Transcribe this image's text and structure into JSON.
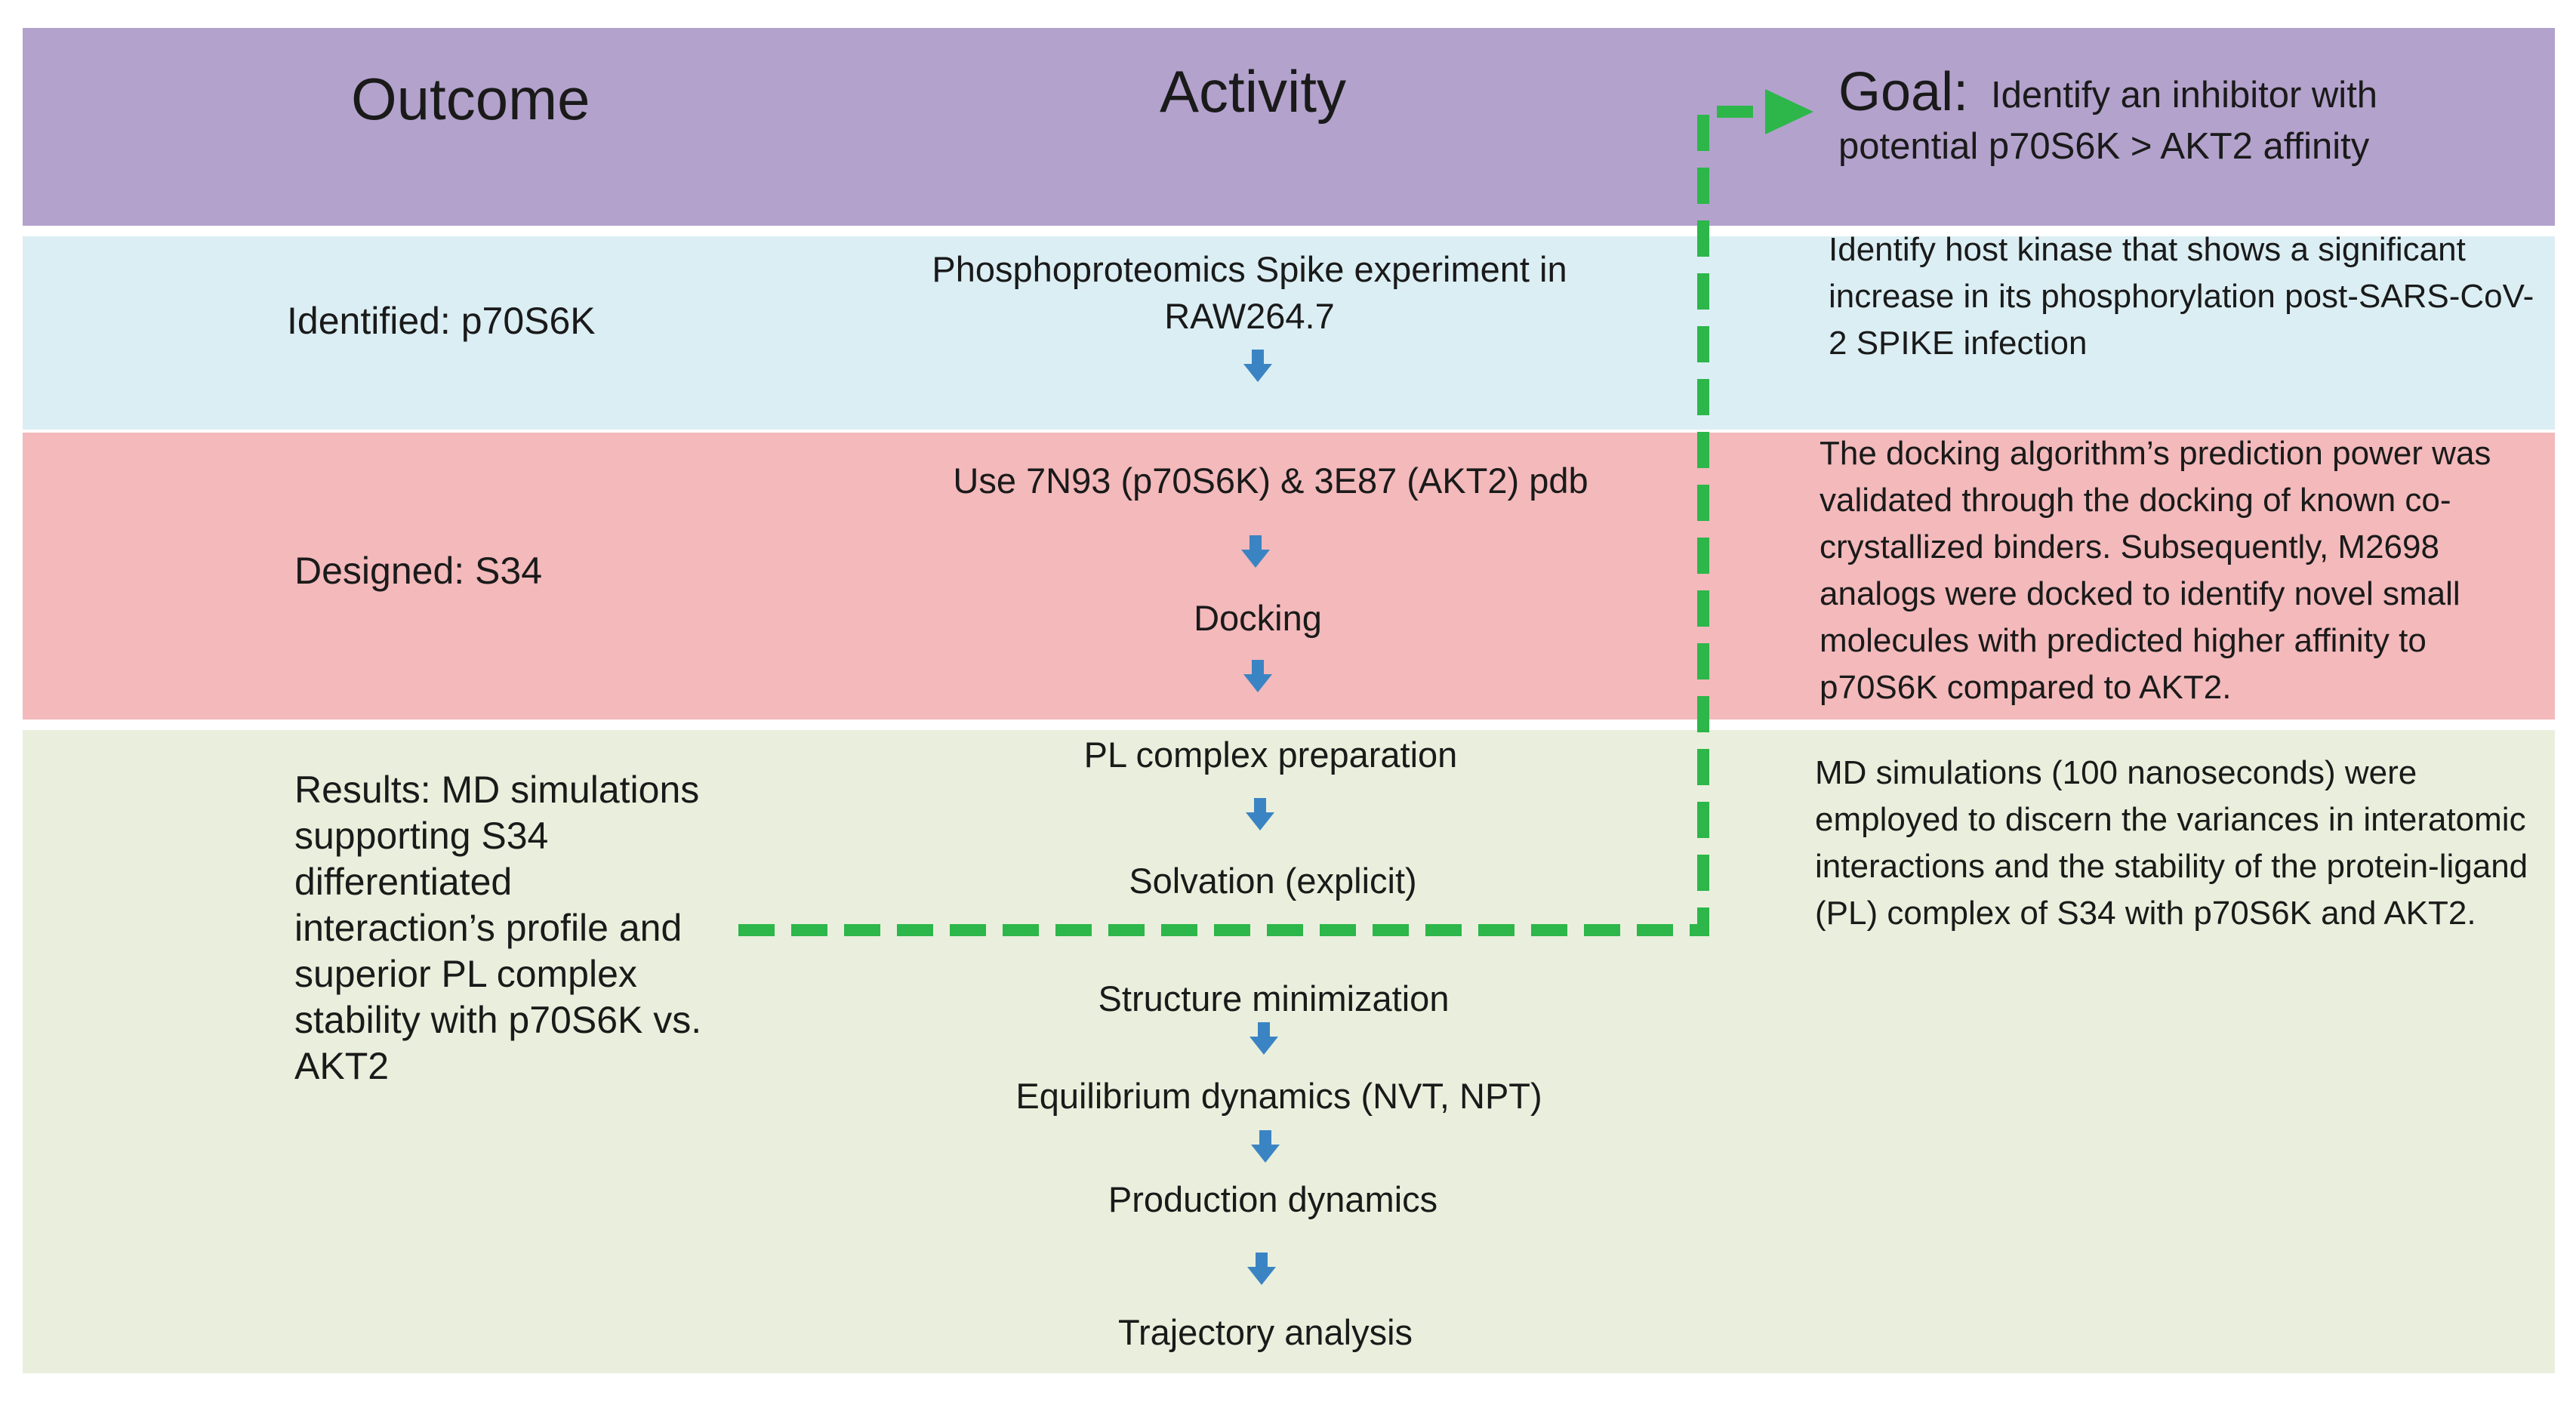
{
  "colors": {
    "header_band": "#b3a2cc",
    "blue_band": "#dbeef4",
    "red_band": "#f3b9bb",
    "green_band": "#e9efdc",
    "flow_arrow": "#3b84c4",
    "dashed_path": "#2db64a"
  },
  "header": {
    "outcome": "Outcome",
    "activity": "Activity",
    "goal_label": "Goal:",
    "goal_line1": "Identify an inhibitor with",
    "goal_line2": "potential p70S6K > AKT2 affinity"
  },
  "outcomes": {
    "identified": "Identified: p70S6K",
    "designed": "Designed: S34",
    "results_lines": [
      "Results: MD simulations",
      "supporting S34",
      "differentiated",
      "interaction’s profile and",
      "superior PL complex",
      "stability with p70S6K vs.",
      "AKT2"
    ]
  },
  "activities": {
    "phospho_line1": "Phosphoproteomics Spike experiment in",
    "phospho_line2": "RAW264.7",
    "use_pdb": "Use 7N93 (p70S6K) & 3E87 (AKT2) pdb",
    "docking": "Docking",
    "pl_prep": "PL complex preparation",
    "solvation": "Solvation (explicit)",
    "minimization": "Structure minimization",
    "equilibrium": "Equilibrium dynamics (NVT, NPT)",
    "production": "Production dynamics",
    "trajectory": "Trajectory analysis"
  },
  "descriptions": {
    "blue": "Identify host kinase that shows a significant increase in its phosphorylation post-SARS-CoV-2 SPIKE infection",
    "red": "The docking algorithm’s prediction power was validated through the docking of known co-crystallized binders. Subsequently, M2698 analogs were docked to identify novel small molecules with predicted higher affinity to p70S6K compared to AKT2.",
    "green": "MD simulations (100 nanoseconds) were employed to discern the variances in interatomic interactions and the stability of the protein-ligand (PL) complex of S34 with p70S6K and AKT2."
  },
  "icons": {
    "flow_arrow": "down-arrow-icon",
    "dashed_connector": "dashed-arrow-icon"
  }
}
